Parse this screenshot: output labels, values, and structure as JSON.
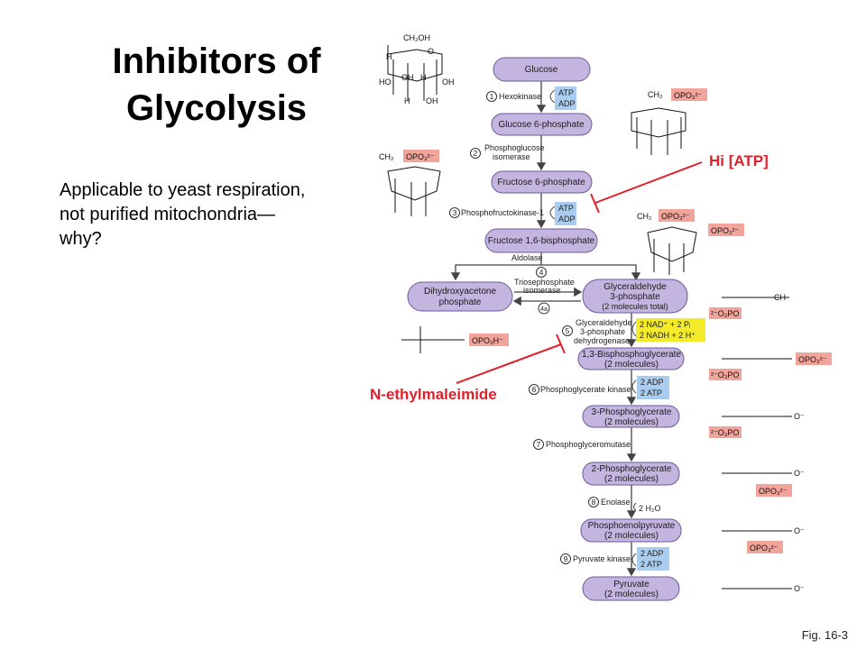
{
  "title": "Inhibitors of Glycolysis",
  "note": "Applicable to yeast respiration, not purified mitochondria—why?",
  "figure_ref": "Fig. 16-3",
  "annotations": {
    "hi_atp": "Hi [ATP]",
    "nem": "N-ethylmaleimide"
  },
  "colors": {
    "accent_red": "#e0202a",
    "pill": "#c4b5e0",
    "pill_stroke": "#6a5a9a",
    "cofactor_blue": "#a9cdef",
    "nad_yellow": "#f3ea2a",
    "phosphate_pink": "#f2a49b"
  },
  "pathway": {
    "metabolites": [
      {
        "line1": "Glucose",
        "line2": ""
      },
      {
        "line1": "Glucose 6-phosphate",
        "line2": ""
      },
      {
        "line1": "Fructose 6-phosphate",
        "line2": ""
      },
      {
        "line1": "Fructose 1,6-bisphosphate",
        "line2": ""
      },
      {
        "line1": "Dihydroxyacetone",
        "line2": "phosphate"
      },
      {
        "line1": "Glyceraldehyde",
        "line2": "3-phosphate",
        "line3": "(2 molecules total)"
      },
      {
        "line1": "1,3-Bisphosphoglycerate",
        "line2": "(2 molecules)"
      },
      {
        "line1": "3-Phosphoglycerate",
        "line2": "(2 molecules)"
      },
      {
        "line1": "2-Phosphoglycerate",
        "line2": "(2 molecules)"
      },
      {
        "line1": "Phosphoenolpyruvate",
        "line2": "(2 molecules)"
      },
      {
        "line1": "Pyruvate",
        "line2": "(2 molecules)"
      }
    ],
    "steps": [
      {
        "num": "1",
        "l1": "Hexokinase",
        "l2": ""
      },
      {
        "num": "2",
        "l1": "Phosphoglucose",
        "l2": "isomerase"
      },
      {
        "num": "3",
        "l1": "Phosphofructokinase-1",
        "l2": ""
      },
      {
        "num": "4",
        "l1": "Aldolase",
        "l2": ""
      },
      {
        "num": "4a",
        "l1": "Triosephosphate",
        "l2": "isomerase"
      },
      {
        "num": "5",
        "l1": "Glyceraldehyde",
        "l2": "3-phosphate",
        "l3": "dehydrogenase"
      },
      {
        "num": "6",
        "l1": "Phosphoglycerate kinase",
        "l2": ""
      },
      {
        "num": "7",
        "l1": "Phosphoglyceromutase",
        "l2": ""
      },
      {
        "num": "8",
        "l1": "Enolase",
        "l2": ""
      },
      {
        "num": "9",
        "l1": "Pyruvate kinase",
        "l2": ""
      }
    ],
    "cofactors": {
      "s1": [
        "ATP",
        "ADP"
      ],
      "s3": [
        "ATP",
        "ADP"
      ],
      "s5": [
        "2 NAD⁺ + 2 Pᵢ",
        "2 NADH + 2 H⁺"
      ],
      "s6": [
        "2 ADP",
        "2 ATP"
      ],
      "s8": "2 H₂O",
      "s9": [
        "2 ADP",
        "2 ATP"
      ]
    }
  },
  "structures": {
    "glucose": [
      "CH₂OH",
      "O",
      "H",
      "OH",
      "HO",
      "H",
      "OH",
      "H",
      "OH"
    ],
    "opo3": "OPO₃²⁻",
    "opo3h": "OPO₃H⁻",
    "o3po": "²⁻O₃PO",
    "ch2": "CH₂",
    "ch": "CH",
    "o_minus": "O⁻"
  }
}
